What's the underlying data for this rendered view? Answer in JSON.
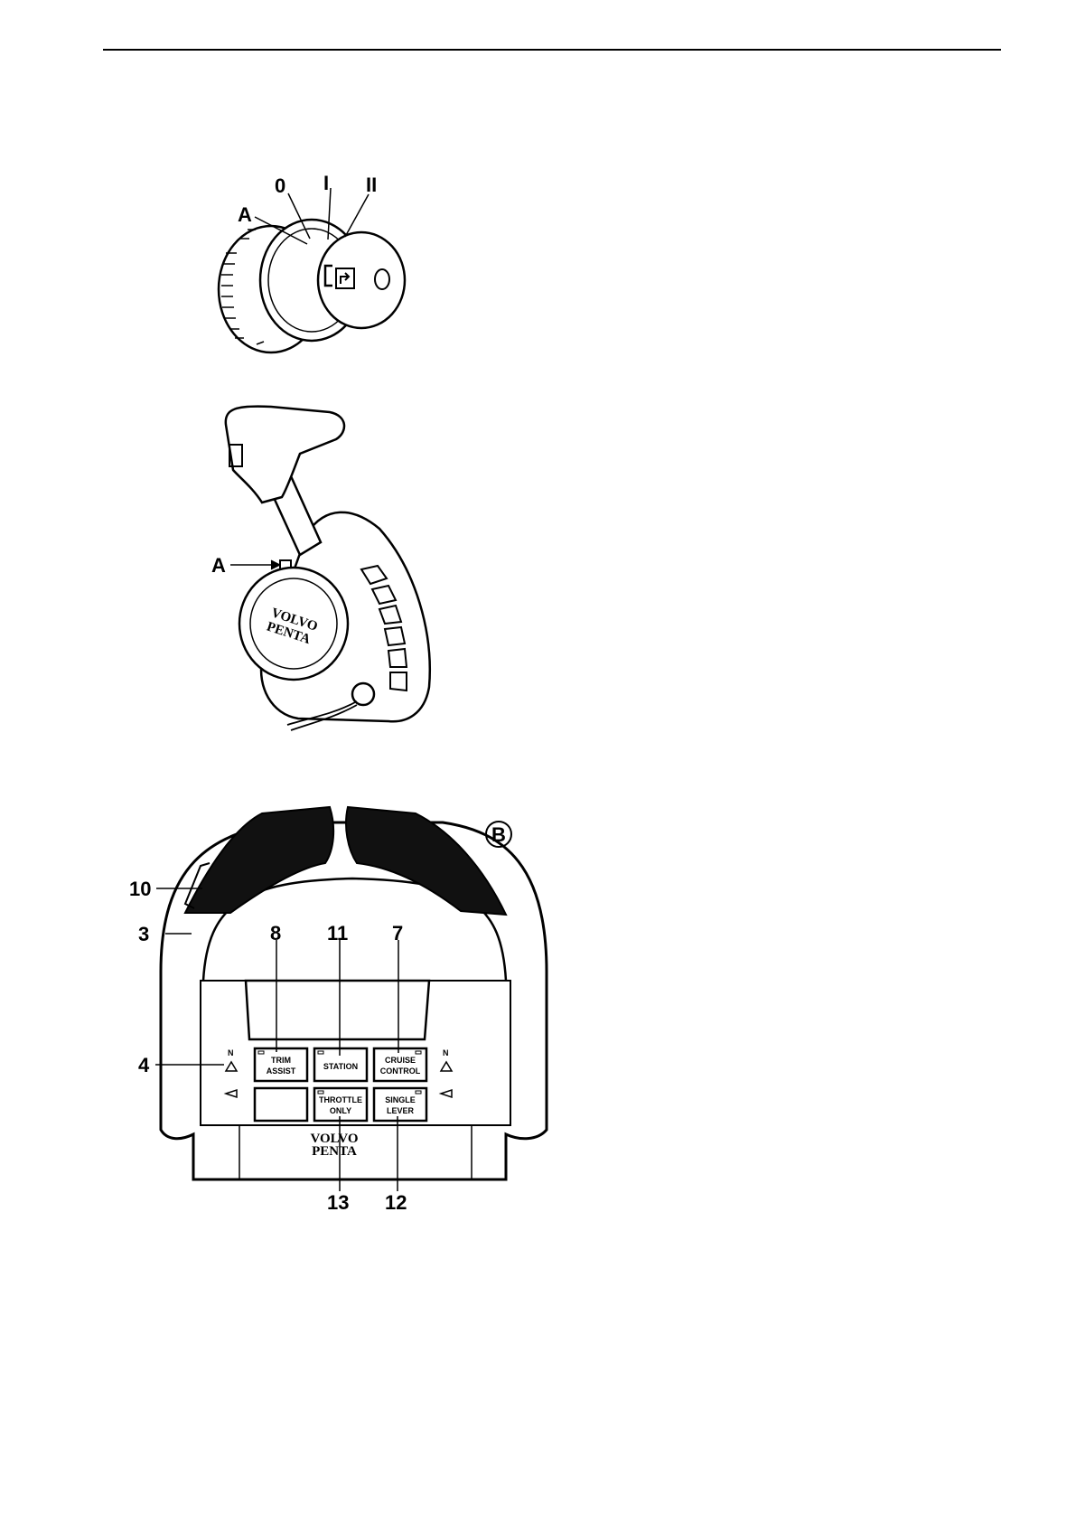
{
  "figure1": {
    "callouts": {
      "a": "A",
      "pos0": "0",
      "posI": "I",
      "posII": "II"
    }
  },
  "figure2": {
    "callouts": {
      "a": "A"
    },
    "brand_line1": "VOLVO",
    "brand_line2": "PENTA"
  },
  "figure3": {
    "badge": "B",
    "callouts": {
      "c10": "10",
      "c3": "3",
      "c8": "8",
      "c11": "11",
      "c7": "7",
      "c4": "4",
      "c13": "13",
      "c12": "12"
    },
    "buttons": {
      "trim_line1": "TRIM",
      "trim_line2": "ASSIST",
      "station": "STATION",
      "cruise_line1": "CRUISE",
      "cruise_line2": "CONTROL",
      "throttle_line1": "THROTTLE",
      "throttle_line2": "ONLY",
      "single_line1": "SINGLE",
      "single_line2": "LEVER"
    },
    "neutral_left": "N",
    "neutral_right": "N",
    "brand_line1": "VOLVO",
    "brand_line2": "PENTA"
  }
}
